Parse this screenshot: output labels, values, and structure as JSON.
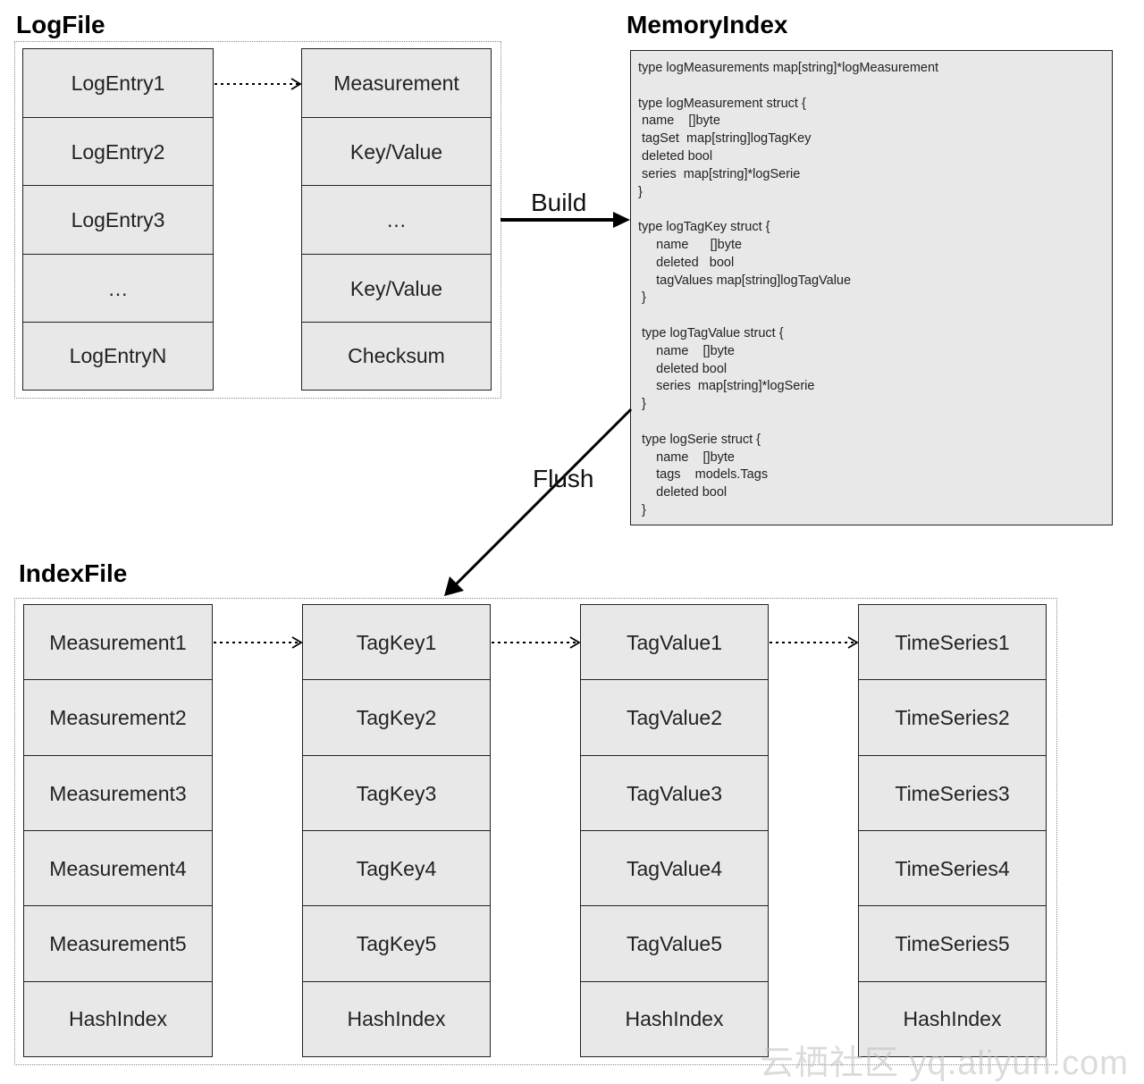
{
  "logfile": {
    "title": "LogFile",
    "entries": [
      "LogEntry1",
      "LogEntry2",
      "LogEntry3",
      "…",
      "LogEntryN"
    ],
    "entry_fields": [
      "Measurement",
      "Key/Value",
      "…",
      "Key/Value",
      "Checksum"
    ]
  },
  "memory_index": {
    "title": "MemoryIndex",
    "code_lines": [
      "type logMeasurements map[string]*logMeasurement",
      "",
      "type logMeasurement struct {",
      " name    []byte",
      " tagSet  map[string]logTagKey",
      " deleted bool",
      " series  map[string]*logSerie",
      "}",
      "",
      "type logTagKey struct {",
      "     name      []byte",
      "     deleted   bool",
      "     tagValues map[string]logTagValue",
      " }",
      "",
      " type logTagValue struct {",
      "     name    []byte",
      "     deleted bool",
      "     series  map[string]*logSerie",
      " }",
      "",
      " type logSerie struct {",
      "     name    []byte",
      "     tags    models.Tags",
      "     deleted bool",
      " }"
    ]
  },
  "edges": {
    "build_label": "Build",
    "flush_label": "Flush"
  },
  "indexfile": {
    "title": "IndexFile",
    "measurements": [
      "Measurement1",
      "Measurement2",
      "Measurement3",
      "Measurement4",
      "Measurement5",
      "HashIndex"
    ],
    "tag_keys": [
      "TagKey1",
      "TagKey2",
      "TagKey3",
      "TagKey4",
      "TagKey5",
      "HashIndex"
    ],
    "tag_values": [
      "TagValue1",
      "TagValue2",
      "TagValue3",
      "TagValue4",
      "TagValue5",
      "HashIndex"
    ],
    "time_series": [
      "TimeSeries1",
      "TimeSeries2",
      "TimeSeries3",
      "TimeSeries4",
      "TimeSeries5",
      "HashIndex"
    ]
  },
  "watermark": "云栖社区 yq.aliyun.com",
  "colors": {
    "cell_fill": "#e8e8e8",
    "cell_border": "#222222",
    "arrow": "#000000"
  }
}
